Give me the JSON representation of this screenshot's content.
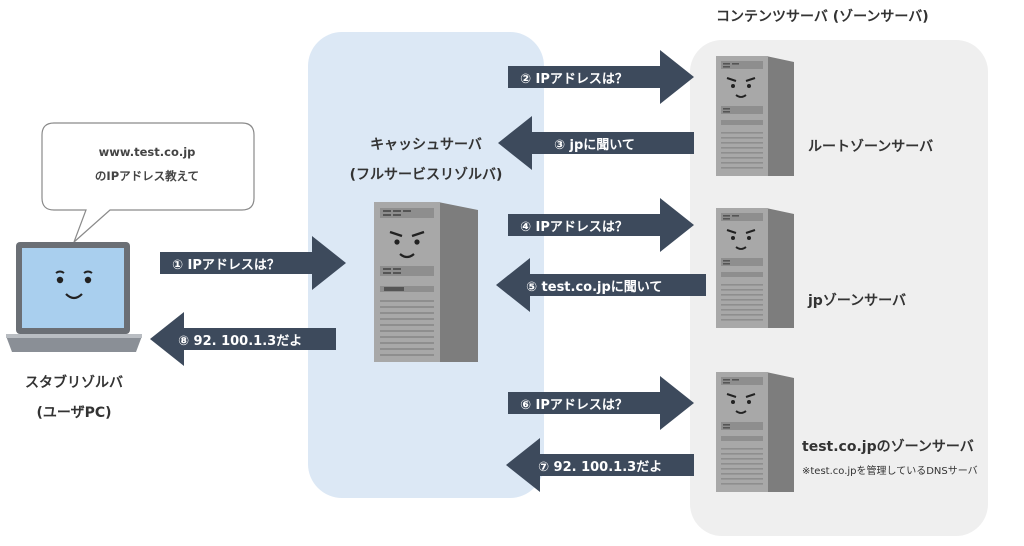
{
  "content_servers_title": "コンテンツサーバ (ゾーンサーバ)",
  "cache_server": {
    "line1": "キャッシュサーバ",
    "line2": "(フルサービスリゾルバ)"
  },
  "stub_resolver": {
    "line1": "スタブリゾルバ",
    "line2": "(ユーザPC)"
  },
  "speech_bubble": {
    "line1": "www.test.co.jp",
    "line2": "のIPアドレス教えて"
  },
  "servers": {
    "root": "ルートゾーンサーバ",
    "jp": "jpゾーンサーバ",
    "test": "test.co.jpのゾーンサーバ",
    "test_note": "※test.co.jpを管理しているDNSサーバ"
  },
  "arrows": {
    "a1": "① IPアドレスは？",
    "a2": "② IPアドレスは？",
    "a3": "③ jpに聞いて",
    "a4": "④ IPアドレスは？",
    "a5": "⑤ test.co.jpに聞いて",
    "a6": "⑥ IPアドレスは？",
    "a7": "⑦ 92. 100.1.3だよ",
    "a8": "⑧ 92. 100.1.3だよ"
  },
  "colors": {
    "arrow": "#3d4a5c",
    "cache_panel": "#dce8f5",
    "content_panel": "#efefef",
    "server_body": "#a8a8a8",
    "laptop_screen": "#a9cfee"
  }
}
